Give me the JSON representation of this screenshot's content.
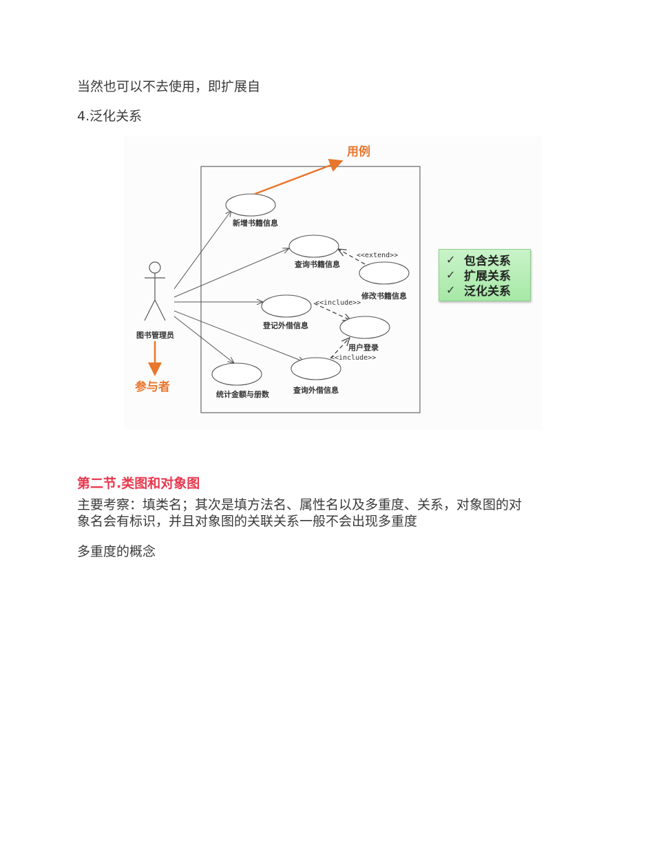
{
  "document": {
    "para1": "当然也可以不去使用，即扩展自",
    "para2": "4.泛化关系",
    "section_heading": "第二节.类图和对象图",
    "para3_line1": "主要考察：填类名；其次是填方法名、属性名以及多重度、关系，对象图的对",
    "para3_line2": "象名会有标识，并且对象图的关联关系一般不会出现多重度",
    "para4": "多重度的概念"
  },
  "figure": {
    "callout_usecase": "用例",
    "callout_actor": "参与者",
    "actor_label": "图书管理员",
    "use_cases": [
      {
        "label": "新增书籍信息"
      },
      {
        "label": "查询书籍信息"
      },
      {
        "label": "修改书籍信息"
      },
      {
        "label": "登记外借信息"
      },
      {
        "label": "用户登录"
      },
      {
        "label": "统计金额与册数"
      },
      {
        "label": "查询外借信息"
      }
    ],
    "stereotypes": {
      "extend": "<<extend>>",
      "include1": "<<include>>",
      "include2": "<<include>>"
    },
    "legend": [
      {
        "check": "✓",
        "label": "包含关系"
      },
      {
        "check": "✓",
        "label": "扩展关系"
      },
      {
        "check": "✓",
        "label": "泛化关系"
      }
    ],
    "colors": {
      "callout": "#e8762c",
      "heading": "#e8384f",
      "legend_bg": "#b6ecb6"
    }
  }
}
